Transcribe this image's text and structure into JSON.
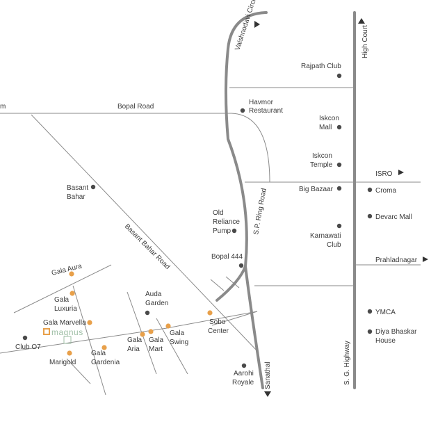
{
  "colors": {
    "road": "#8a8a8a",
    "poi_dark": "#4a4a4a",
    "poi_orange": "#e8a04a",
    "brand": "#9fbfa6",
    "brand_box": "#e8a04a"
  },
  "roads": {
    "vaishnodavi": "Vaishnodavi Circle",
    "high_court": "High Court",
    "bopal_road": "Bopal Road",
    "bopal_road_left": "m",
    "sp_ring_road": "S.P. Ring Road",
    "basant_bahar_road": "Basant Bahar Road",
    "sg_highway": "S. G. Highway",
    "sanathal": "Sanathal",
    "isro": "ISRO",
    "prahladnagar": "Prahladnagar"
  },
  "places": {
    "rajpath_club": "Rajpath Club",
    "havmor_1": "Havmor",
    "havmor_2": "Restaurant",
    "iskcon_mall_1": "Iskcon",
    "iskcon_mall_2": "Mall",
    "iskcon_temple_1": "Iskcon",
    "iskcon_temple_2": "Temple",
    "big_bazaar": "Big Bazaar",
    "croma": "Croma",
    "devarc": "Devarc Mall",
    "karnawati_1": "Karnawati",
    "karnawati_2": "Club",
    "basant_1": "Basant",
    "basant_2": "Bahar",
    "old_reliance_1": "Old",
    "old_reliance_2": "Reliance",
    "old_reliance_3": "Pump",
    "bopal444": "Bopal 444",
    "gala_aura": "Gala Aura",
    "gala_luxuria_1": "Gala",
    "gala_luxuria_2": "Luxuria",
    "gala_marvella": "Gala Marvella",
    "auda_1": "Auda",
    "auda_2": "Garden",
    "sobo_1": "Sobo",
    "sobo_2": "Center",
    "gala_swing_1": "Gala",
    "gala_swing_2": "Swing",
    "gala_mart_1": "Gala",
    "gala_mart_2": "Mart",
    "gala_aria_1": "Gala",
    "gala_aria_2": "Aria",
    "gala_gardenia_1": "Gala",
    "gala_gardenia_2": "Gardenia",
    "marigold": "Marigold",
    "club07": "Club O7",
    "magnus": "magnus",
    "aarohi_1": "Aarohi",
    "aarohi_2": "Royale",
    "ymca": "YMCA",
    "diya_1": "Diya Bhaskar",
    "diya_2": "House"
  }
}
